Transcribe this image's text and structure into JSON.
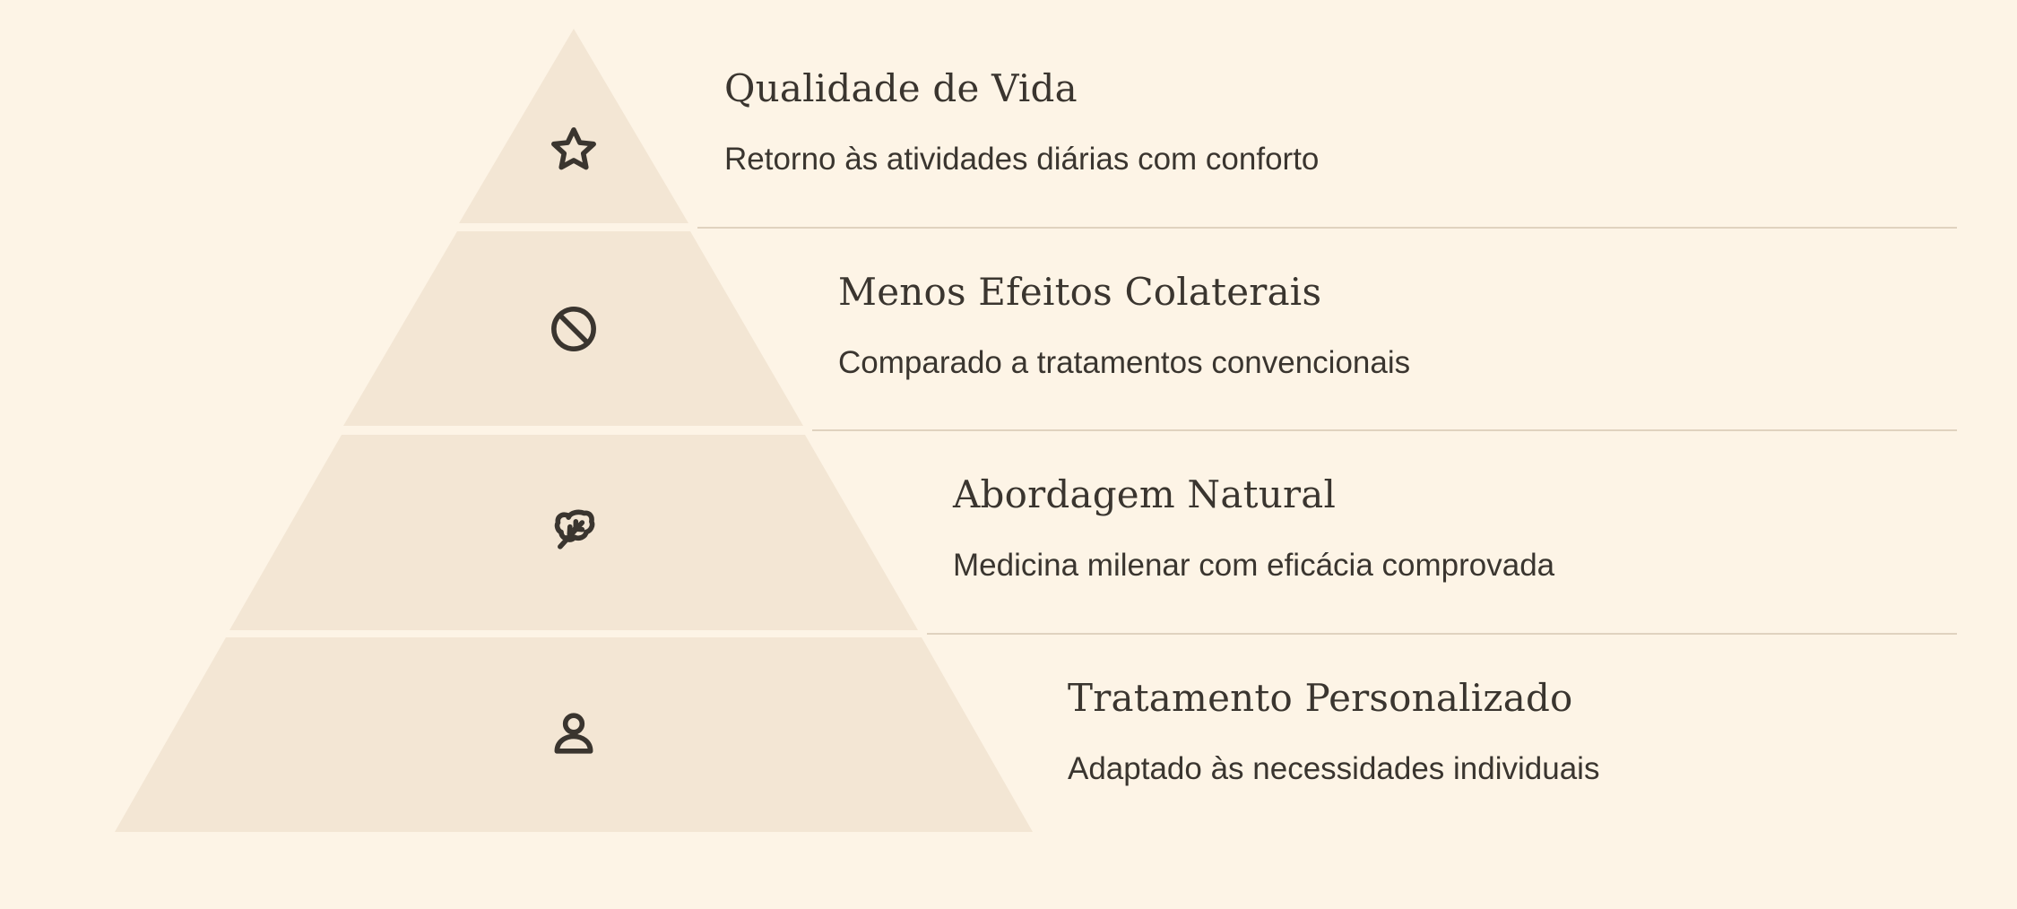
{
  "colors": {
    "background": "#fdf4e6",
    "tier_fill": "#f3e6d4",
    "divider": "#e0d2bf",
    "text": "#3a352f"
  },
  "pyramid": {
    "tiers": [
      {
        "level": 1,
        "position": "top",
        "icon": "star-icon",
        "title": "Qualidade de Vida",
        "description": "Retorno às atividades diárias com conforto"
      },
      {
        "level": 2,
        "position": "second",
        "icon": "prohibited-icon",
        "title": "Menos Efeitos Colaterais",
        "description": "Comparado a tratamentos convencionais"
      },
      {
        "level": 3,
        "position": "third",
        "icon": "leaf-icon",
        "title": "Abordagem Natural",
        "description": "Medicina milenar com eficácia comprovada"
      },
      {
        "level": 4,
        "position": "base",
        "icon": "user-icon",
        "title": "Tratamento Personalizado",
        "description": "Adaptado às necessidades individuais"
      }
    ]
  }
}
